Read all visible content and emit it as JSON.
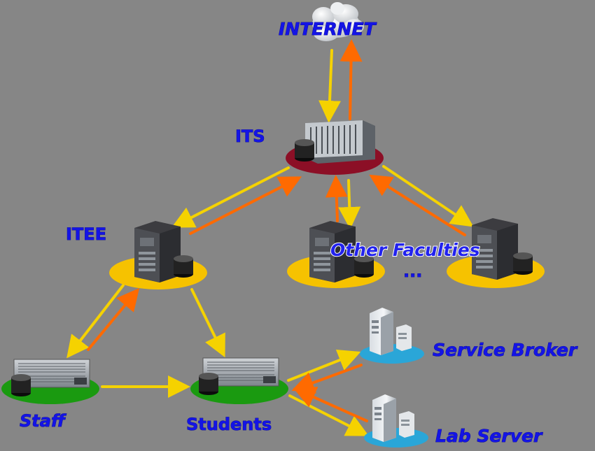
{
  "labels": {
    "internet": "INTERNET",
    "its": "ITS",
    "itee": "ITEE",
    "other_faculties": "Other Faculties",
    "ellipsis": "...",
    "staff": "Staff",
    "students": "Students",
    "service_broker": "Service Broker",
    "lab_server": "Lab Server"
  },
  "colors": {
    "background": "#868686",
    "label_blue": "#1414e6",
    "arrow_yellow": "#f5d200",
    "arrow_orange": "#ff6a00",
    "pad_maroon": "#8c0f26",
    "pad_yellow": "#f6c200",
    "pad_green": "#1a9a10",
    "pad_blue": "#2aa6d8"
  },
  "icons": [
    "cloud-icon",
    "blade-server-icon",
    "tower-server-icon",
    "rack-server-icon",
    "storage-drum-icon"
  ]
}
